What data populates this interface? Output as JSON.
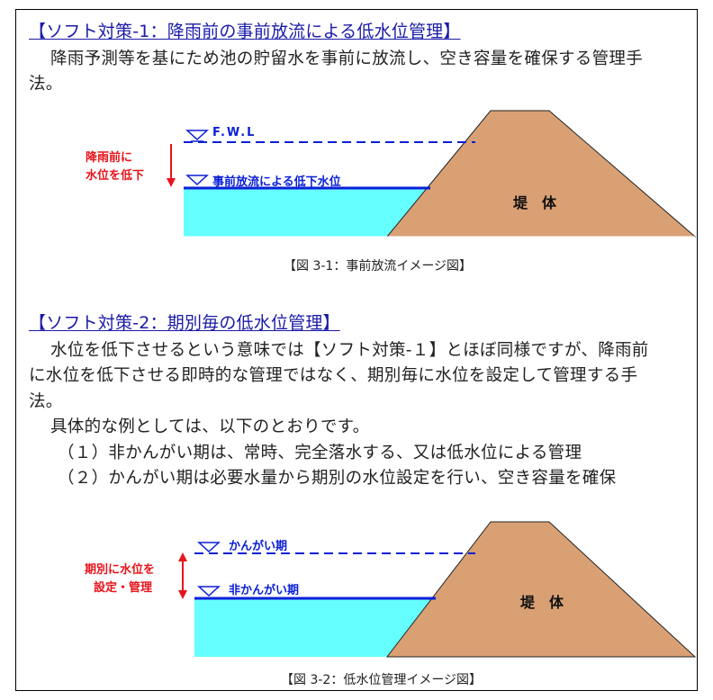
{
  "section1": {
    "heading": "【ソフト対策-1：降雨前の事前放流による低水位管理】",
    "body_line1": "降雨予測等を基にため池の貯留水を事前に放流し、空き容量を確保する管理手",
    "body_line2": "法。"
  },
  "figure1": {
    "fwl_label": "F.W.L",
    "low_level_label": "事前放流による低下水位",
    "side_note_line1": "降雨前に",
    "side_note_line2": "水位を低下",
    "dam_label": "堤　体",
    "caption": "【図 3-1：事前放流イメージ図】"
  },
  "section2": {
    "heading": "【ソフト対策-2：期別毎の低水位管理】",
    "body_line1": "水位を低下させるという意味では【ソフト対策-１】とほぼ同様ですが、降雨前",
    "body_line2": "に水位を低下させる即時的な管理ではなく、期別毎に水位を設定して管理する手",
    "body_line3": "法。",
    "example_intro": "具体的な例としては、以下のとおりです。",
    "item1": "（１）非かんがい期は、常時、完全落水する、又は低水位による管理",
    "item2": "（２）かんがい期は必要水量から期別の水位設定を行い、空き容量を確保"
  },
  "figure2": {
    "upper_label": "かんがい期",
    "lower_label": "非かんがい期",
    "side_note_line1": "期別に水位を",
    "side_note_line2": "設定・管理",
    "dam_label": "堤　体",
    "caption": "【図 3-2：低水位管理イメージ図】"
  },
  "colors": {
    "heading": "#1a1aa8",
    "water": "#66ffff",
    "water_line": "#0a1fd6",
    "dam": "#d9a074",
    "note_red": "#e8141c"
  }
}
